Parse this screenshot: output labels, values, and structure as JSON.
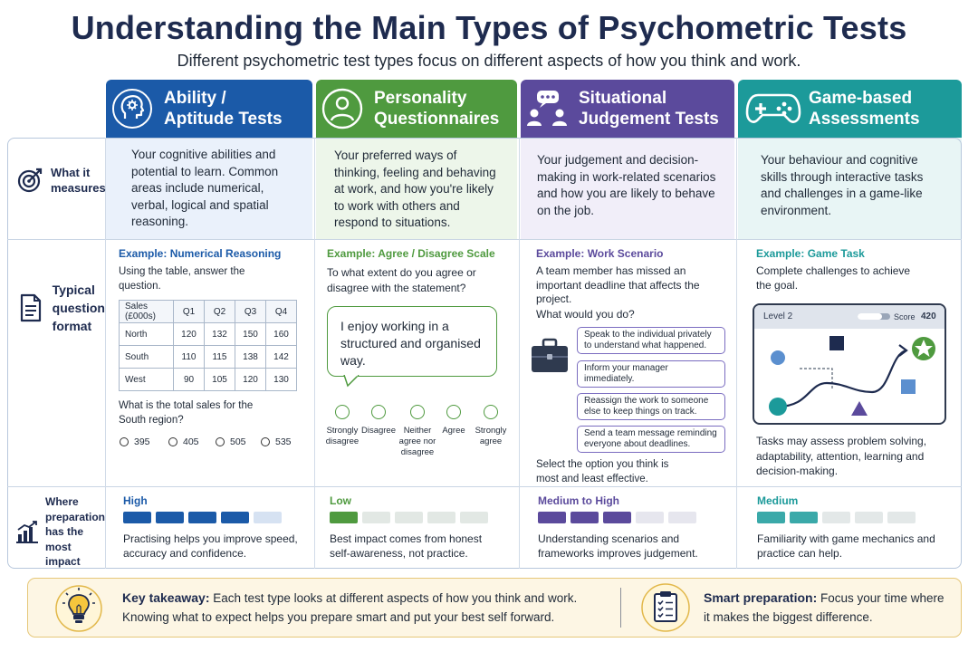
{
  "title": "Understanding the Main Types of Psychometric Tests",
  "subtitle": "Different psychometric test types focus on different aspects of how you think and work.",
  "columns": [
    {
      "title_line1": "Ability /",
      "title_line2": "Aptitude Tests",
      "icon": "brain-head-icon",
      "color": "#1b5aa8"
    },
    {
      "title_line1": "Personality",
      "title_line2": "Questionnaires",
      "icon": "person-circle-icon",
      "color": "#4f9a3f"
    },
    {
      "title_line1": "Situational",
      "title_line2": "Judgement Tests",
      "icon": "people-speech-icon",
      "color": "#5b4a9c"
    },
    {
      "title_line1": "Game-based",
      "title_line2": "Assessments",
      "icon": "gamepad-icon",
      "color": "#1c9a9a"
    }
  ],
  "rows": {
    "measures": {
      "label_line1": "What it",
      "label_line2": "measures",
      "icon": "target-icon"
    },
    "format": {
      "label_line1": "Typical",
      "label_line2": "question",
      "label_line3": "format",
      "icon": "document-icon"
    },
    "impact": {
      "label_line1": "Where",
      "label_line2": "preparation",
      "label_line3": "has the most",
      "label_line4": "impact",
      "icon": "bar-chart-icon"
    }
  },
  "measures": [
    "Your cognitive abilities and potential to learn. Common areas include numerical, verbal, logical and spatial reasoning.",
    "Your preferred ways of thinking, feeling and behaving at work, and how you're likely to work with others and respond to situations.",
    "Your judgement and decision-making in work-related scenarios and how you are likely to behave on the job.",
    "Your behaviour and cognitive skills through interactive tasks and challenges in a game-like environment."
  ],
  "ability_format": {
    "example": "Example: Numerical Reasoning",
    "prompt": "Using the table, answer the question.",
    "table_header": [
      "Sales (£000s)",
      "Q1",
      "Q2",
      "Q3",
      "Q4"
    ],
    "table_rows": [
      [
        "North",
        "120",
        "132",
        "150",
        "160"
      ],
      [
        "South",
        "110",
        "115",
        "138",
        "142"
      ],
      [
        "West",
        "90",
        "105",
        "120",
        "130"
      ]
    ],
    "question": "What is the total sales for the South region?",
    "options": [
      "395",
      "405",
      "505",
      "535"
    ]
  },
  "personality_format": {
    "example": "Example: Agree / Disagree Scale",
    "prompt": "To what extent do you agree or disagree with the statement?",
    "statement": "I enjoy working in a structured and organised way.",
    "scale": [
      {
        "l1": "Strongly",
        "l2": "disagree",
        "l3": ""
      },
      {
        "l1": "Disagree",
        "l2": "",
        "l3": ""
      },
      {
        "l1": "Neither",
        "l2": "agree nor",
        "l3": "disagree"
      },
      {
        "l1": "Agree",
        "l2": "",
        "l3": ""
      },
      {
        "l1": "Strongly",
        "l2": "agree",
        "l3": ""
      }
    ]
  },
  "situational_format": {
    "example": "Example: Work Scenario",
    "prompt": "A team member has missed an important deadline that affects the project.",
    "question": "What would you do?",
    "options": [
      "Speak to the individual privately to understand what happened.",
      "Inform your manager immediately.",
      "Reassign the work to someone else to keep things on track.",
      "Send a team message reminding everyone about deadlines."
    ],
    "instruction": "Select the option you think is most and least effective."
  },
  "game_format": {
    "example": "Example: Game Task",
    "prompt": "Complete challenges to achieve the goal.",
    "level": "Level 2",
    "score_label": "Score",
    "score": "420",
    "progress": 0.75,
    "note": "Tasks may assess problem solving, adaptability, attention, learning and decision-making."
  },
  "impact": [
    {
      "level": "High",
      "filled": 4,
      "total": 5,
      "note": "Practising helps you improve speed, accuracy and confidence.",
      "color": "#1b5aa8",
      "empty_color": "#d6e2f2"
    },
    {
      "level": "Low",
      "filled": 1,
      "total": 5,
      "note": "Best impact comes from honest self-awareness, not practice.",
      "color": "#4f9a3f",
      "empty_color": "#e2e8e4"
    },
    {
      "level": "Medium to High",
      "filled": 3,
      "total": 5,
      "note": "Understanding scenarios and frameworks improves judgement.",
      "color": "#5b4a9c",
      "empty_color": "#e6e6ee"
    },
    {
      "level": "Medium",
      "filled": 2,
      "total": 5,
      "note": "Familiarity with game mechanics and practice can help.",
      "color": "#3aa9a9",
      "empty_color": "#e3e8e8"
    }
  ],
  "takeaway": {
    "label": "Key takeaway:",
    "text1": "Each test type looks at different aspects of how you think and work.",
    "text2": "Knowing what to expect helps you prepare smart and put your best self forward.",
    "icon": "lightbulb-icon"
  },
  "smart": {
    "label": "Smart preparation:",
    "text1": "Focus your time where",
    "text2": "it makes the biggest difference.",
    "icon": "clipboard-checklist-icon"
  }
}
